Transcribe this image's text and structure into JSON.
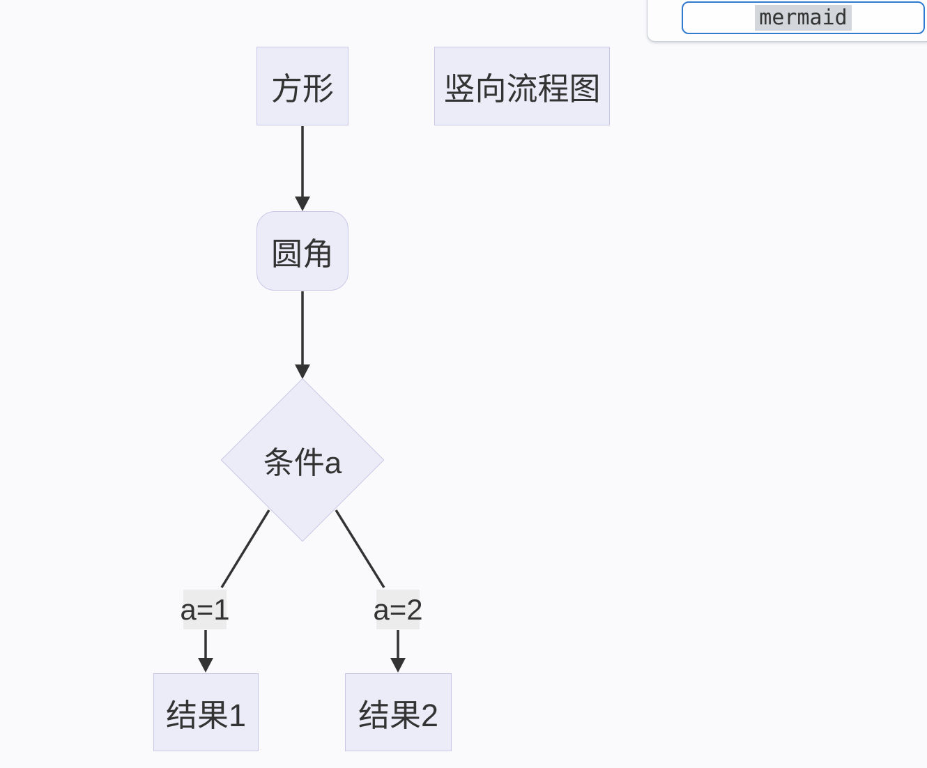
{
  "editor": {
    "value": "mermaid"
  },
  "diagram": {
    "nodes": {
      "square": "方形",
      "flow_title": "竖向流程图",
      "rounded": "圆角",
      "condition": "条件a",
      "result1": "结果1",
      "result2": "结果2"
    },
    "edge_labels": {
      "left": "a=1",
      "right": "a=2"
    }
  },
  "colors": {
    "background": "#faf9fc",
    "node_fill": "#ececf9",
    "node_border": "#c8c8e6",
    "edge_stroke": "#333333",
    "edge_label_bg": "#ececec",
    "editor_border": "#2f7bd0",
    "selection_bg": "#d3d7dc",
    "text": "#333333"
  }
}
